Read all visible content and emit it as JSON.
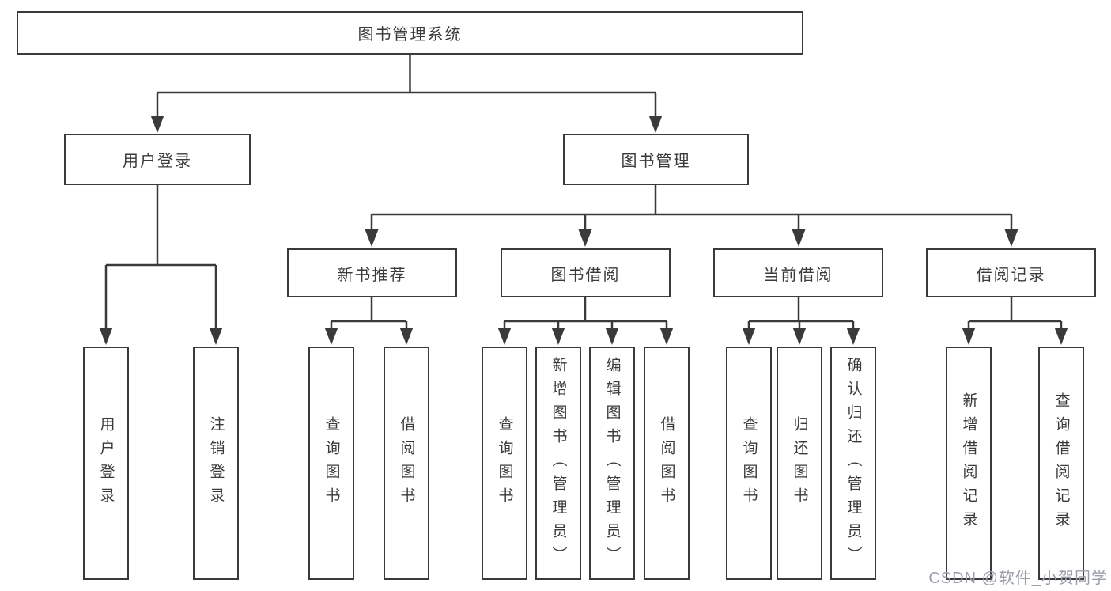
{
  "colors": {
    "line": "#3a3a3a",
    "box_border": "#3a3a3a",
    "text": "#3a3a3a",
    "background": "#ffffff",
    "watermark_text": "#9b9eaa"
  },
  "diagram": {
    "root": "图书管理系统",
    "branches": {
      "user_login": "用户登录",
      "book_management": "图书管理"
    },
    "modules": {
      "new_book_recommend": "新书推荐",
      "book_borrowing": "图书借阅",
      "current_borrowing": "当前借阅",
      "borrowing_records": "借阅记录"
    },
    "leaves": {
      "user_login": "用户登录",
      "logout": "注销登录",
      "query_books_recommend": "查询图书",
      "borrow_books_recommend": "借阅图书",
      "query_books_borrowing": "查询图书",
      "add_books_admin": "新增图书（管理员）",
      "edit_books_admin": "编辑图书（管理员）",
      "borrow_books_borrowing": "借阅图书",
      "query_books_current": "查询图书",
      "return_books": "归还图书",
      "confirm_return_admin": "确认归还（管理员）",
      "add_borrow_record": "新增借阅记录",
      "query_borrow_record": "查询借阅记录"
    }
  },
  "watermark": "CSDN @软件_小贺同学"
}
